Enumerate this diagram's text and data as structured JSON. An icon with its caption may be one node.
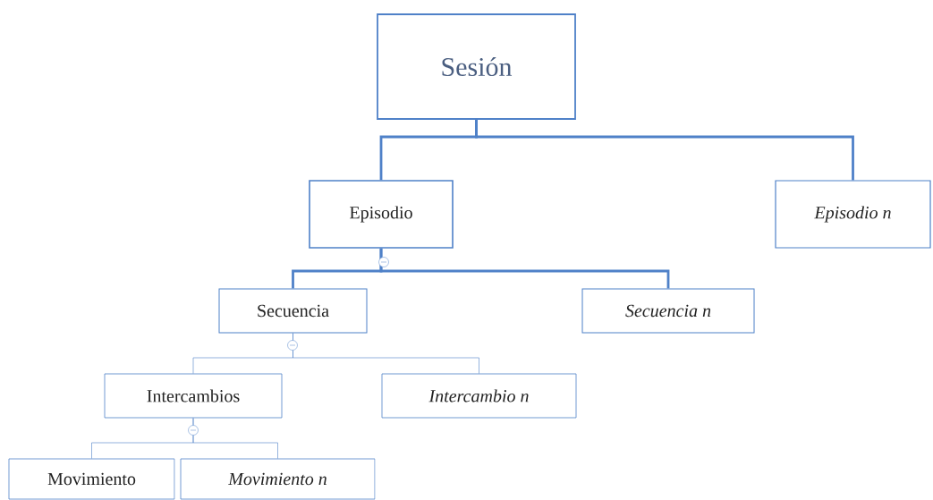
{
  "diagram": {
    "nodes": [
      {
        "text": [
          "Sesión"
        ]
      },
      {
        "text": [
          "Episodio"
        ]
      },
      {
        "text": [
          "Episodio n"
        ]
      },
      {
        "text": [
          "Secuencia"
        ]
      },
      {
        "text": [
          "Secuencia n"
        ]
      },
      {
        "text": [
          "Intercambios"
        ]
      },
      {
        "text": [
          "Intercambio n"
        ]
      },
      {
        "text": [
          "Movimiento"
        ]
      },
      {
        "text": [
          "Movimiento n"
        ]
      }
    ],
    "edges": [
      {
        "from": 0,
        "to": 1,
        "arrow": "none",
        "style": "thick"
      },
      {
        "from": 0,
        "to": 2,
        "arrow": "none",
        "style": "thick"
      },
      {
        "from": 1,
        "to": 3,
        "arrow": "none",
        "style": "thick"
      },
      {
        "from": 1,
        "to": 4,
        "arrow": "none",
        "style": "thick"
      },
      {
        "from": 3,
        "to": 5,
        "arrow": "none"
      },
      {
        "from": 3,
        "to": 6,
        "arrow": "none"
      },
      {
        "from": 5,
        "to": 7,
        "arrow": "none"
      },
      {
        "from": 5,
        "to": 8,
        "arrow": "none"
      }
    ]
  }
}
